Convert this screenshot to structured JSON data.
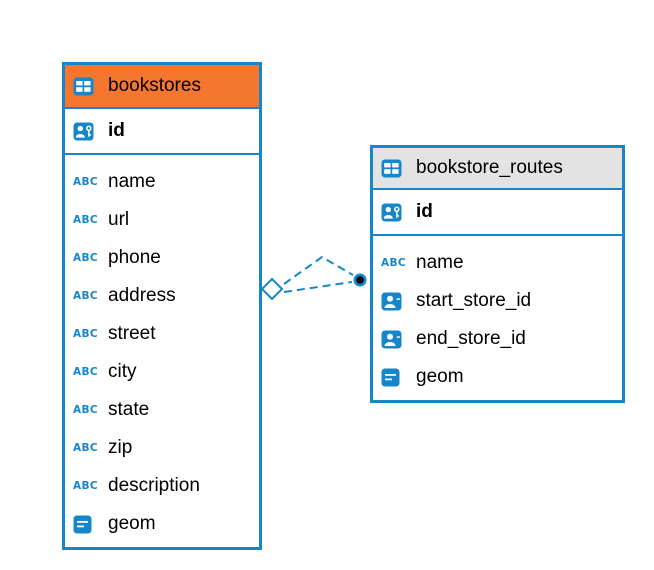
{
  "diagram": {
    "colors": {
      "accent_blue": "#1586ca",
      "selected_header_orange": "#f5762e",
      "header_gray": "#e3e3e3",
      "background": "#ffffff"
    },
    "tables": [
      {
        "name": "bookstores",
        "header_style": "orange",
        "primary_key": {
          "label": "id",
          "icon": "person-key-icon"
        },
        "fields": [
          {
            "label": "name",
            "icon": "abc-text-icon"
          },
          {
            "label": "url",
            "icon": "abc-text-icon"
          },
          {
            "label": "phone",
            "icon": "abc-text-icon"
          },
          {
            "label": "address",
            "icon": "abc-text-icon"
          },
          {
            "label": "street",
            "icon": "abc-text-icon"
          },
          {
            "label": "city",
            "icon": "abc-text-icon"
          },
          {
            "label": "state",
            "icon": "abc-text-icon"
          },
          {
            "label": "zip",
            "icon": "abc-text-icon"
          },
          {
            "label": "description",
            "icon": "abc-text-icon"
          },
          {
            "label": "geom",
            "icon": "geometry-icon"
          }
        ]
      },
      {
        "name": "bookstore_routes",
        "header_style": "gray",
        "primary_key": {
          "label": "id",
          "icon": "person-key-icon"
        },
        "fields": [
          {
            "label": "name",
            "icon": "abc-text-icon"
          },
          {
            "label": "start_store_id",
            "icon": "person-fk-icon"
          },
          {
            "label": "end_store_id",
            "icon": "person-fk-icon"
          },
          {
            "label": "geom",
            "icon": "geometry-icon"
          }
        ]
      }
    ],
    "relationship": {
      "from_table": "bookstores",
      "to_table": "bookstore_routes",
      "line_style": "dashed",
      "endpoint_from": "diamond",
      "endpoint_to": "dot"
    },
    "icons": {
      "abc_text": "ABC"
    }
  }
}
